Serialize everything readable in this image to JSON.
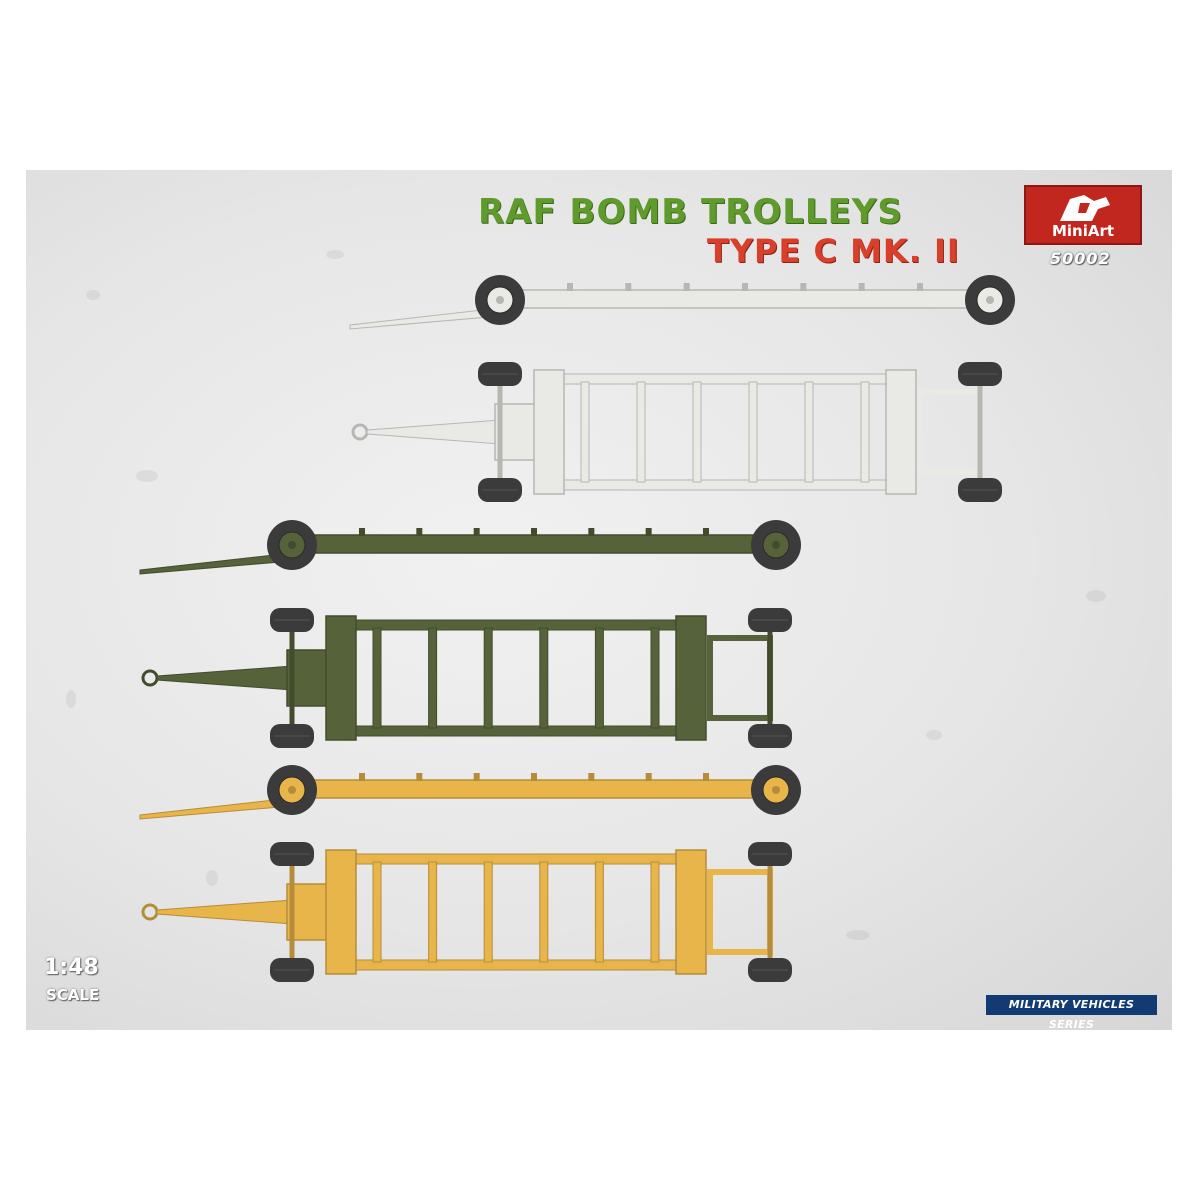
{
  "title": {
    "line1": "RAF BOMB TROLLEYS",
    "line2": "TYPE C MK. II"
  },
  "logo": {
    "text": "MiniArt"
  },
  "kit_number": "50002",
  "scale": {
    "value": "1:48",
    "label": "SCALE"
  },
  "series_badge": "MILITARY VEHICLES SERIES",
  "colors": {
    "title_green": "#5e9a2c",
    "title_red": "#d8402c",
    "logo_red": "#c1271f",
    "badge_blue": "#123b73",
    "scheme_white": "#e9eae6",
    "scheme_green": "#55623a",
    "scheme_yellow": "#e8b54a",
    "tire": "#3b3b3b"
  },
  "trolleys": [
    {
      "scheme": "white",
      "view": "side"
    },
    {
      "scheme": "white",
      "view": "top"
    },
    {
      "scheme": "green",
      "view": "side"
    },
    {
      "scheme": "green",
      "view": "top"
    },
    {
      "scheme": "yellow",
      "view": "side"
    },
    {
      "scheme": "yellow",
      "view": "top"
    }
  ]
}
